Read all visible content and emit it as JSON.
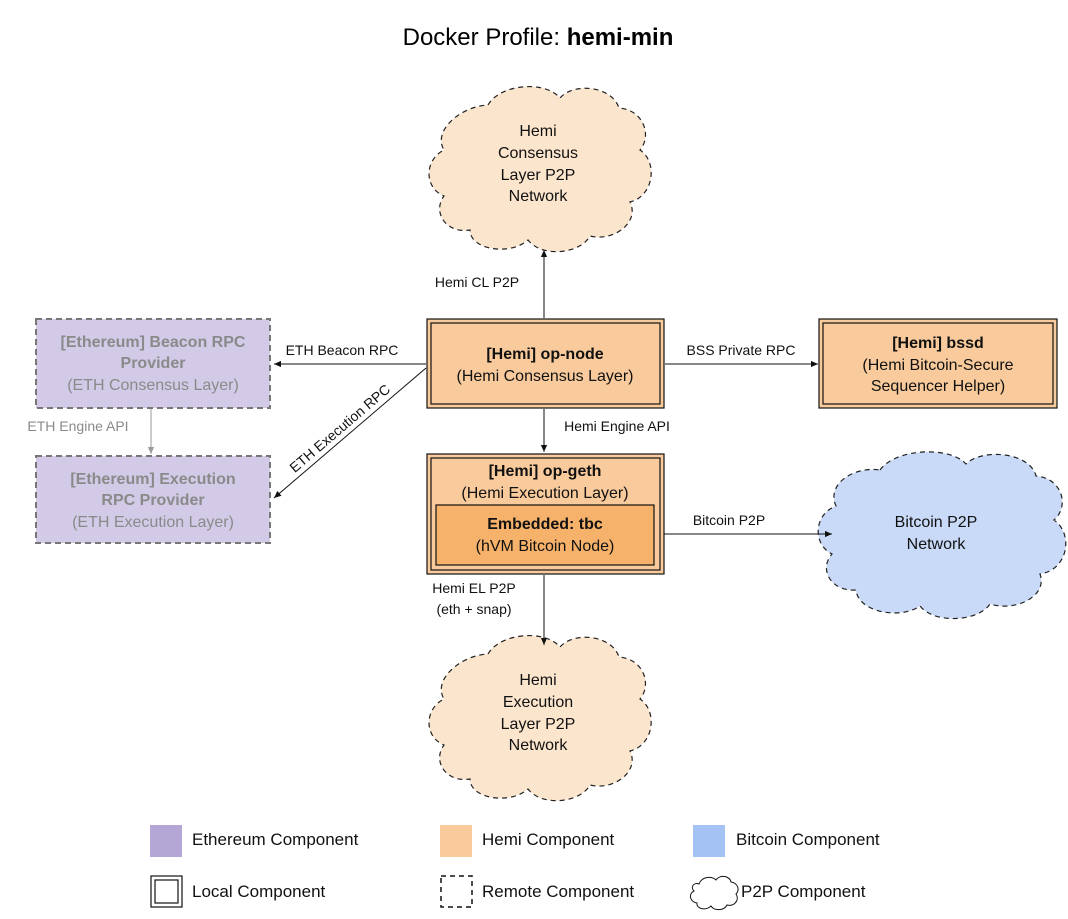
{
  "title": {
    "prefix": "Docker Profile: ",
    "bold": "hemi-min"
  },
  "colors": {
    "ethereum": "#b4a7d6",
    "hemi": "#f9cb9c",
    "hemi_embedded": "#f6b26b",
    "bitcoin": "#a4c2f4",
    "hemi_cloud": "#fce5cd",
    "bitcoin_cloud": "#c9daf8"
  },
  "nodes": {
    "op_node": {
      "line1": "[Hemi] op-node",
      "line2": "(Hemi Consensus Layer)"
    },
    "bssd": {
      "line1": "[Hemi] bssd",
      "line2": "(Hemi Bitcoin-Secure",
      "line3": "Sequencer Helper)"
    },
    "op_geth": {
      "line1": "[Hemi] op-geth",
      "line2": "(Hemi Execution Layer)"
    },
    "tbc": {
      "line1": "Embedded: tbc",
      "line2": "(hVM Bitcoin Node)"
    },
    "eth_beacon": {
      "line1": "[Ethereum] Beacon RPC",
      "line2": "Provider",
      "line3": "(ETH Consensus Layer)"
    },
    "eth_exec": {
      "line1": "[Ethereum] Execution",
      "line2": "RPC Provider",
      "line3": "(ETH Execution Layer)"
    },
    "cl_cloud": {
      "lines": [
        "Hemi",
        "Consensus",
        "Layer P2P",
        "Network"
      ]
    },
    "el_cloud": {
      "lines": [
        "Hemi",
        "Execution",
        "Layer P2P",
        "Network"
      ]
    },
    "btc_cloud": {
      "lines": [
        "Bitcoin P2P",
        "Network"
      ]
    }
  },
  "edges": {
    "cl_p2p": "Hemi CL P2P",
    "eth_beacon_rpc": "ETH Beacon RPC",
    "bss_private_rpc": "BSS Private RPC",
    "eth_execution_rpc": "ETH Execution RPC",
    "eth_engine_api": "ETH Engine API",
    "hemi_engine_api": "Hemi Engine API",
    "bitcoin_p2p": "Bitcoin P2P",
    "el_p2p_1": "Hemi EL P2P",
    "el_p2p_2": "(eth + snap)"
  },
  "legend": {
    "ethereum": "Ethereum Component",
    "hemi": "Hemi Component",
    "bitcoin": "Bitcoin Component",
    "local": "Local Component",
    "remote": "Remote Component",
    "p2p": "P2P Component"
  }
}
